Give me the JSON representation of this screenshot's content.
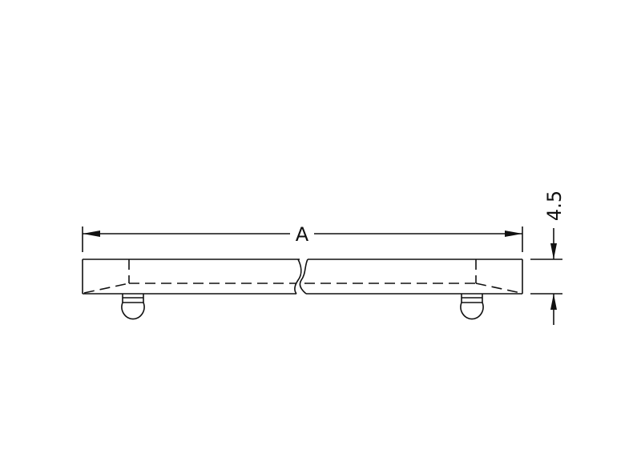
{
  "diagram": {
    "type": "technical-drawing",
    "subject": "bar with two bumper feet, side view with break",
    "dimensions": {
      "length_label": "A",
      "height_label": "4.5"
    },
    "colors": {
      "line": "#111111",
      "background": "#ffffff"
    }
  }
}
